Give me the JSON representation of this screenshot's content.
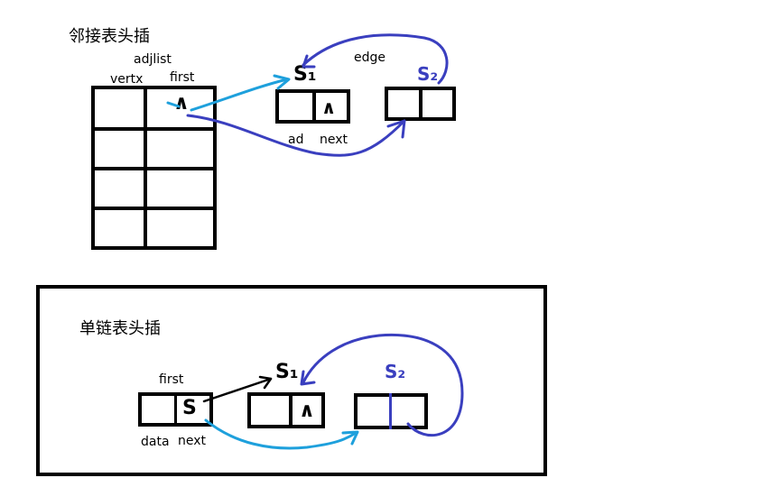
{
  "top": {
    "title": "邻接表头插",
    "adjlist_label": "adjlist",
    "vertx_label": "vertx",
    "first_label": "first",
    "null_mark": "∧",
    "node1_label": "S₁",
    "node1_next": "∧",
    "node2_label": "S₂",
    "edge_label": "edge",
    "ad_label": "ad",
    "next_label": "next"
  },
  "bottom": {
    "title": "单链表头插",
    "first_label": "first",
    "s_mark": "S",
    "node1_label": "S₁",
    "node1_next": "∧",
    "node2_label": "S₂",
    "data_label": "data",
    "next_label": "next"
  },
  "colors": {
    "ink": "#000000",
    "dark_blue": "#3a3fbf",
    "light_blue": "#1ea0dc"
  }
}
